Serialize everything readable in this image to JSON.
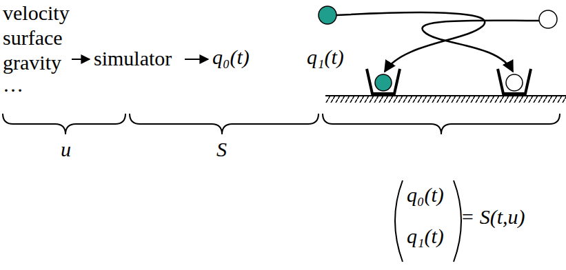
{
  "diagram": {
    "labels": [
      "velocity",
      "surface",
      "gravity",
      "…",
      "simulator",
      "q₀(t)",
      "q₁(t)",
      "u",
      "S",
      "q₀(t)",
      "q₁(t)",
      "= S(t,u)"
    ]
  }
}
